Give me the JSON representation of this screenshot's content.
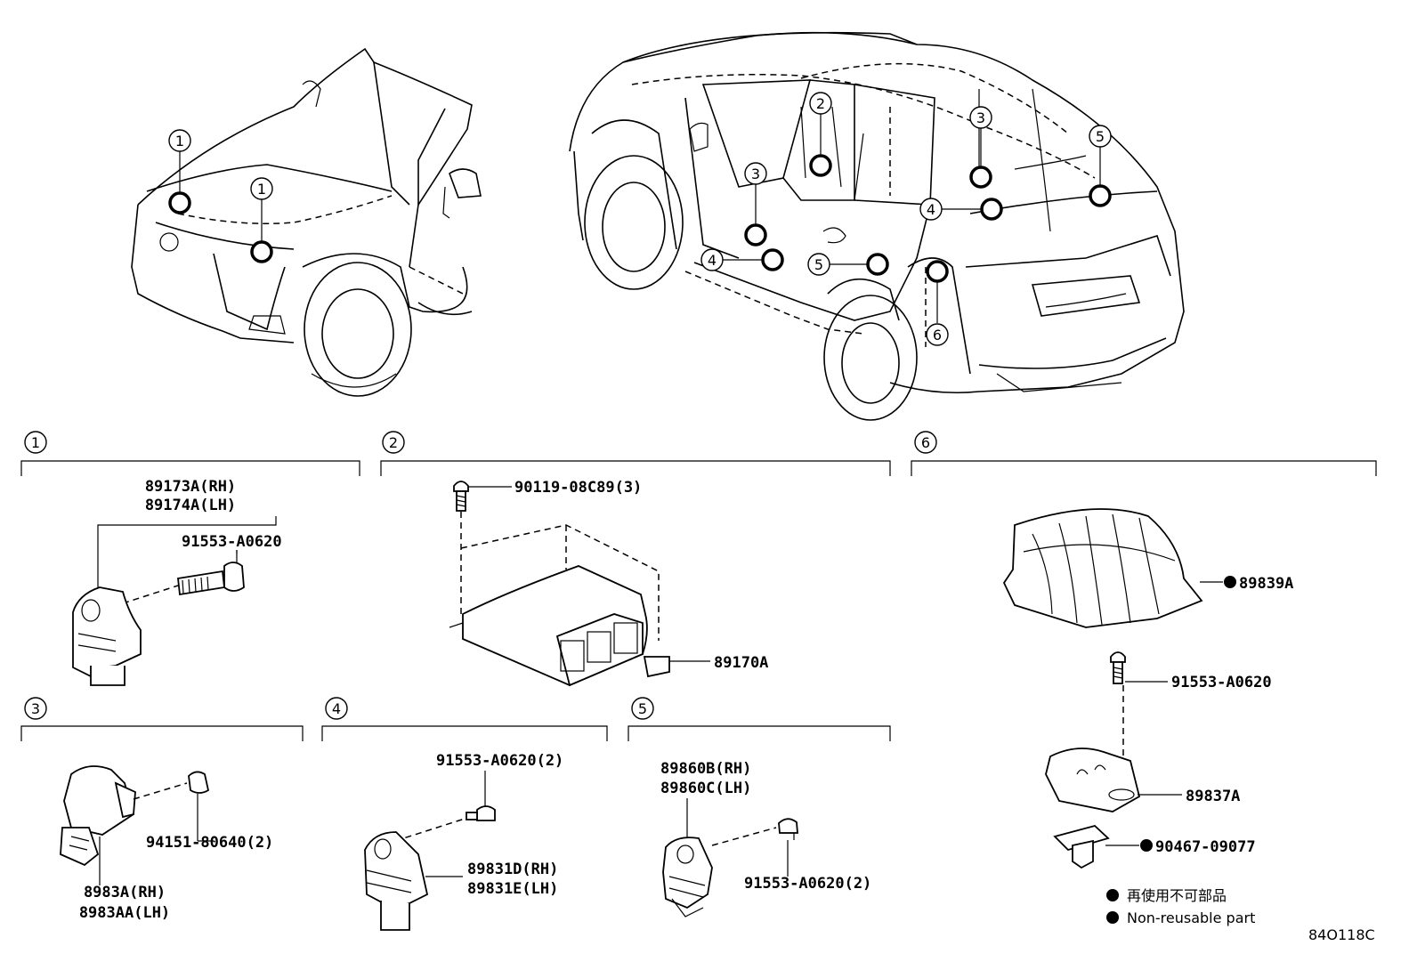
{
  "callouts": [
    "1",
    "2",
    "3",
    "4",
    "5",
    "6"
  ],
  "parts": {
    "p89173A": "89173A(RH)",
    "p89174A": "89174A(LH)",
    "p91553_a": "91553-A0620",
    "p90119": "90119-08C89(3)",
    "p89170A": "89170A",
    "p89839A": "89839A",
    "p91553_b": "91553-A0620",
    "p89837A": "89837A",
    "p90467": "90467-09077",
    "p94151": "94151-80640(2)",
    "p8983A": "8983A(RH)",
    "p8983AA": "8983AA(LH)",
    "p91553_c": "91553-A0620(2)",
    "p89831D": "89831D(RH)",
    "p89831E": "89831E(LH)",
    "p89860B": "89860B(RH)",
    "p89860C": "89860C(LH)",
    "p91553_d": "91553-A0620(2)"
  },
  "legend": {
    "japanese": "再使用不可部品",
    "english": "Non-reusable part"
  },
  "figure_code": "84O118C"
}
